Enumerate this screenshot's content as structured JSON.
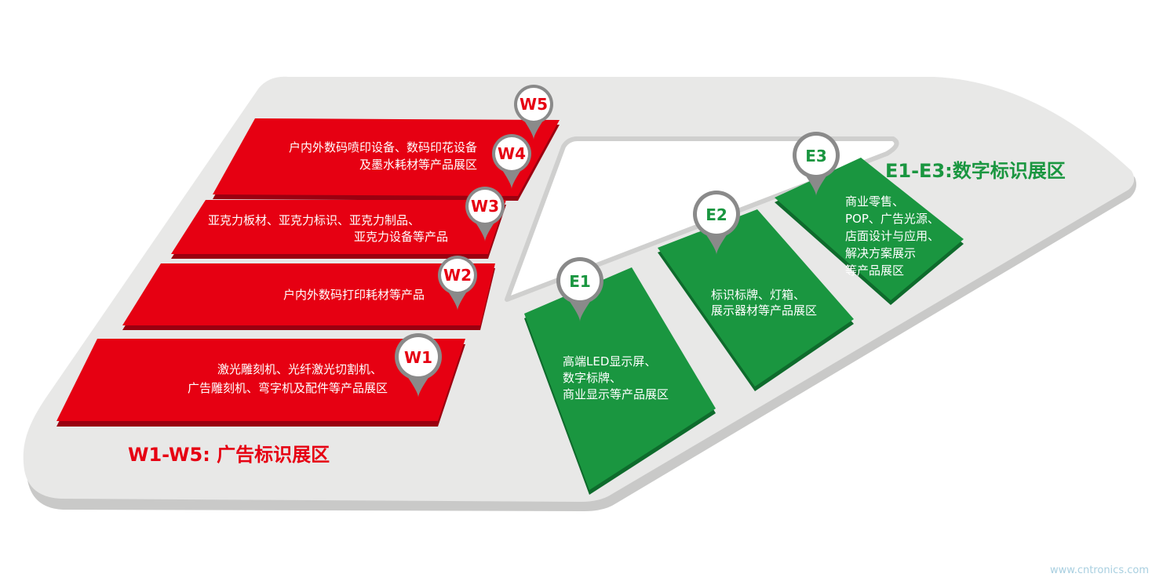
{
  "zones": {
    "west": {
      "title": "W1-W5: 广告标识展区",
      "color": "#e60012",
      "halls": [
        {
          "id": "W1",
          "lines": [
            "激光雕刻机、光纤激光切割机、",
            "广告雕刻机、弯字机及配件等产品展区"
          ]
        },
        {
          "id": "W2",
          "lines": [
            "户内外数码打印耗材等产品"
          ]
        },
        {
          "id": "W3",
          "lines": [
            "亚克力板材、亚克力标识、亚克力制品、",
            "亚克力设备等产品"
          ]
        },
        {
          "id": "W4",
          "lines": [
            "户内外数码喷印设备、数码印花设备",
            "及墨水耗材等产品展区"
          ]
        },
        {
          "id": "W5",
          "lines": []
        }
      ]
    },
    "east": {
      "title": "E1-E3:数字标识展区",
      "color": "#1a9640",
      "halls": [
        {
          "id": "E1",
          "lines": [
            "高端LED显示屏、",
            "数字标牌、",
            "商业显示等产品展区"
          ]
        },
        {
          "id": "E2",
          "lines": [
            "标识标牌、灯箱、",
            "展示器材等产品展区"
          ]
        },
        {
          "id": "E3",
          "lines": [
            "商业零售、",
            "POP、广告光源、",
            "店面设计与应用、",
            "解决方案展示",
            "等产品展区"
          ]
        }
      ]
    }
  },
  "watermark": "www.cntronics.com",
  "colors": {
    "site": "#e8e8e7",
    "site_shadow": "#c9c9c8",
    "pin": "#8a8a8a",
    "pin_face": "#ffffff"
  },
  "icons": {
    "pin": "map-pin-icon"
  }
}
